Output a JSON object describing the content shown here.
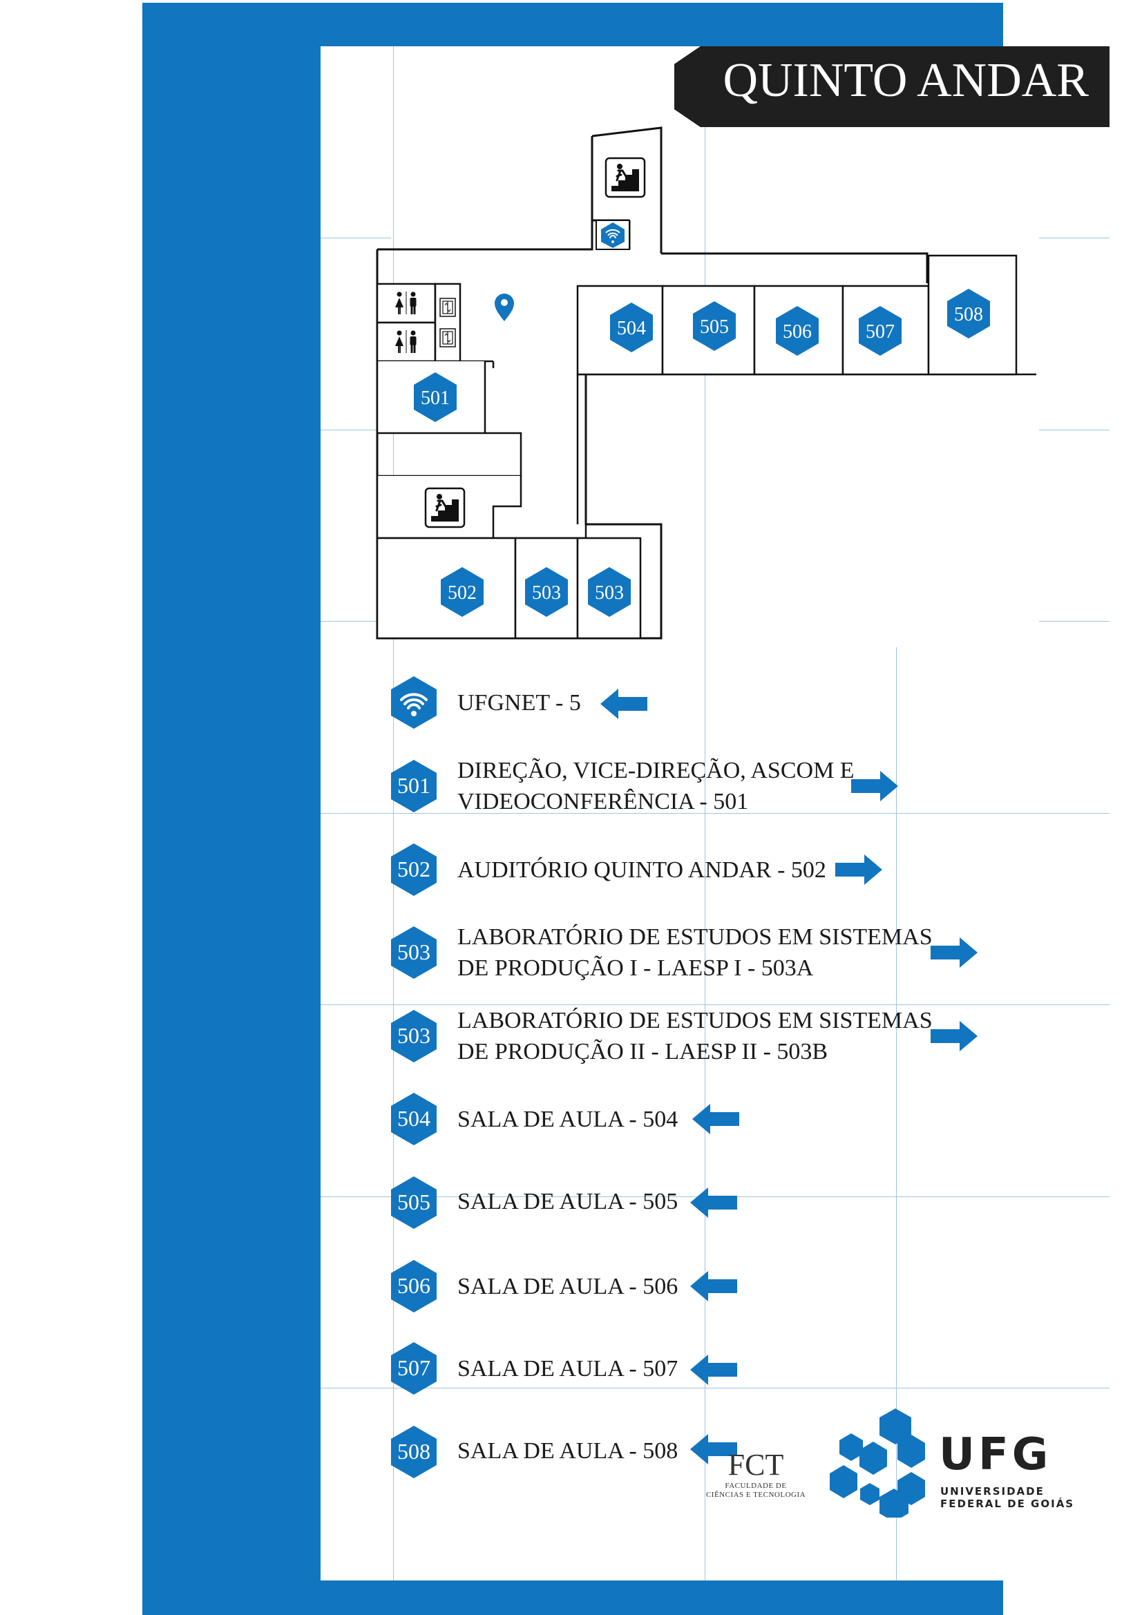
{
  "title": "QUINTO ANDAR",
  "colors": {
    "brand_blue": "#1275bf",
    "banner": "#1f1f1f",
    "text": "#1a1a1a"
  },
  "map": {
    "rooms": [
      {
        "label": "501"
      },
      {
        "label": "502"
      },
      {
        "label": "503"
      },
      {
        "label": "503"
      },
      {
        "label": "504"
      },
      {
        "label": "505"
      },
      {
        "label": "506"
      },
      {
        "label": "507"
      },
      {
        "label": "508"
      }
    ],
    "icons": [
      "stairs-icon",
      "wifi-icon",
      "restroom-icon",
      "elevator-icon",
      "location-pin-icon"
    ]
  },
  "legend": [
    {
      "badge": "",
      "icon": "wifi-icon",
      "lines": [
        "UFGNET - 5"
      ],
      "arrow": "left"
    },
    {
      "badge": "501",
      "lines": [
        "DIREÇÃO, VICE-DIREÇÃO, ASCOM E",
        "VIDEOCONFERÊNCIA - 501"
      ],
      "arrow": "right"
    },
    {
      "badge": "502",
      "lines": [
        "AUDITÓRIO QUINTO ANDAR - 502"
      ],
      "arrow": "right"
    },
    {
      "badge": "503",
      "lines": [
        "LABORATÓRIO DE ESTUDOS EM SISTEMAS",
        "DE PRODUÇÃO I - LAESP I - 503A"
      ],
      "arrow": "right"
    },
    {
      "badge": "503",
      "lines": [
        "LABORATÓRIO DE ESTUDOS EM SISTEMAS",
        "DE PRODUÇÃO II - LAESP II - 503B"
      ],
      "arrow": "right"
    },
    {
      "badge": "504",
      "lines": [
        "SALA DE AULA - 504"
      ],
      "arrow": "left"
    },
    {
      "badge": "505",
      "lines": [
        "SALA DE AULA - 505"
      ],
      "arrow": "left"
    },
    {
      "badge": "506",
      "lines": [
        "SALA DE AULA - 506"
      ],
      "arrow": "left"
    },
    {
      "badge": "507",
      "lines": [
        "SALA DE AULA - 507"
      ],
      "arrow": "left"
    },
    {
      "badge": "508",
      "lines": [
        "SALA DE AULA - 508"
      ],
      "arrow": "left"
    }
  ],
  "footer": {
    "fct_abbr": "FCT",
    "fct_line1": "FACULDADE DE",
    "fct_line2": "CIÊNCIAS E TECNOLOGIA",
    "ufg_abbr": "UFG",
    "ufg_line1": "UNIVERSIDADE",
    "ufg_line2": "FEDERAL DE GOIÁS"
  }
}
